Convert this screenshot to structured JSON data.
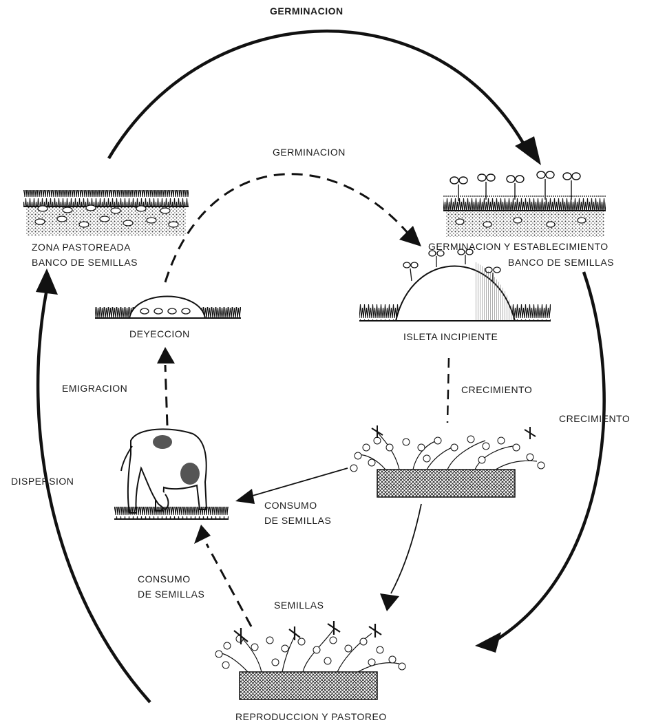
{
  "labels": {
    "germinacion_top": "GERMINACION",
    "germinacion_inner": "GERMINACION",
    "zona_line1": "ZONA PASTOREADA",
    "zona_line2": "BANCO DE SEMILLAS",
    "establecimiento_line1": "GERMINACION Y ESTABLECIMIENTO",
    "establecimiento_line2": "BANCO DE SEMILLAS",
    "deyeccion": "DEYECCION",
    "isleta": "ISLETA INCIPIENTE",
    "emigracion": "EMIGRACION",
    "crecimiento_inner": "CRECIMIENTO",
    "crecimiento_outer": "CRECIMIENTO",
    "dispersion": "DISPERSION",
    "consumo_right_line1": "CONSUMO",
    "consumo_right_line2": "DE SEMILLAS",
    "consumo_left_line1": "CONSUMO",
    "consumo_left_line2": "DE SEMILLAS",
    "semillas": "SEMILLAS",
    "reproduccion": "REPRODUCCION Y PASTOREO"
  },
  "colors": {
    "ink": "#1a1a1a",
    "paper": "#ffffff"
  }
}
